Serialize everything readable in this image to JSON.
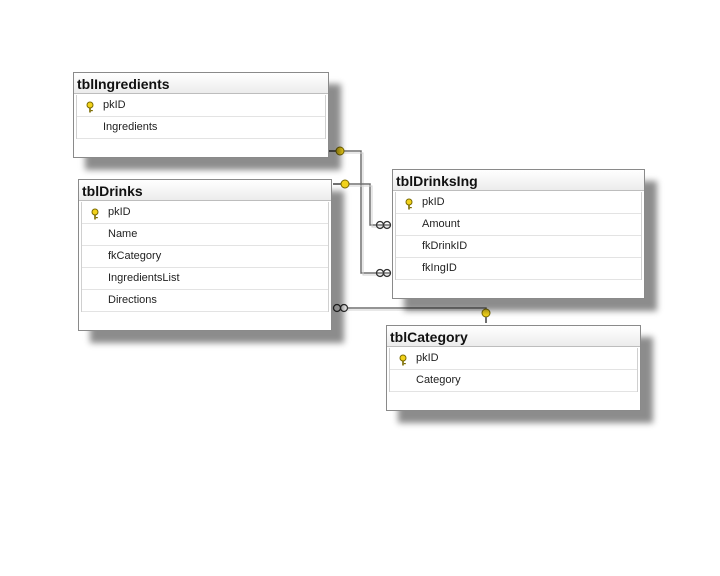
{
  "tables": {
    "ingredients": {
      "title": "tblIngredients",
      "columns": [
        {
          "name": "pkID",
          "pk": true
        },
        {
          "name": "Ingredients",
          "pk": false
        }
      ]
    },
    "drinks": {
      "title": "tblDrinks",
      "columns": [
        {
          "name": "pkID",
          "pk": true
        },
        {
          "name": "Name",
          "pk": false
        },
        {
          "name": "fkCategory",
          "pk": false
        },
        {
          "name": "IngredientsList",
          "pk": false
        },
        {
          "name": "Directions",
          "pk": false
        }
      ]
    },
    "drinksing": {
      "title": "tblDrinksIng",
      "columns": [
        {
          "name": "pkID",
          "pk": true
        },
        {
          "name": "Amount",
          "pk": false
        },
        {
          "name": "fkDrinkID",
          "pk": false
        },
        {
          "name": "fkIngID",
          "pk": false
        }
      ]
    },
    "category": {
      "title": "tblCategory",
      "columns": [
        {
          "name": "pkID",
          "pk": true
        },
        {
          "name": "Category",
          "pk": false
        }
      ]
    }
  },
  "colors": {
    "key": "#f2d21a",
    "key_outline": "#7a6a00",
    "line": "#707070"
  }
}
